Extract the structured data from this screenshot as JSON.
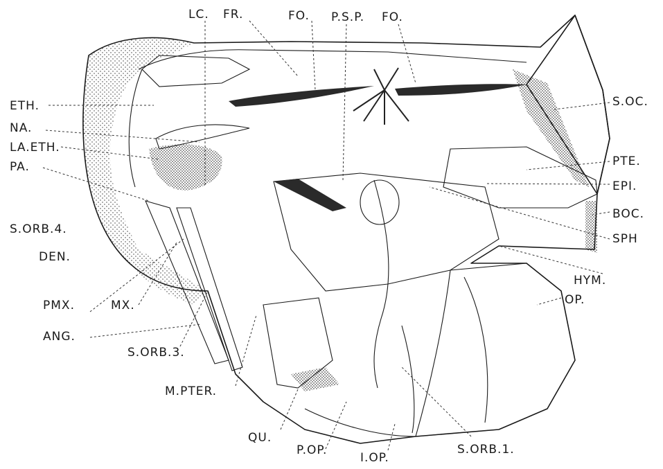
{
  "labels": {
    "lc": "LC.",
    "fr": "FR.",
    "fo_left": "FO.",
    "psp": "P.S.P.",
    "fo_right": "FO.",
    "soc": "S.OC.",
    "eth": "ETH.",
    "na": "NA.",
    "laeth": "LA.ETH.",
    "pa": "PA.",
    "pte": "PTE.",
    "epi": "EPI.",
    "boc": "BOC.",
    "sph": "SPH",
    "sorb4": "S.ORB.4.",
    "den": "DEN.",
    "hym": "HYM.",
    "op": "OP.",
    "pmx": "PMX.",
    "mx": "MX.",
    "ang": "ANG.",
    "sorb3": "S.ORB.3.",
    "mpter": "M.PTER.",
    "qu": "QU.",
    "pop": "P.OP.",
    "iop": "I.OP.",
    "sorb1": "S.ORB.1."
  }
}
